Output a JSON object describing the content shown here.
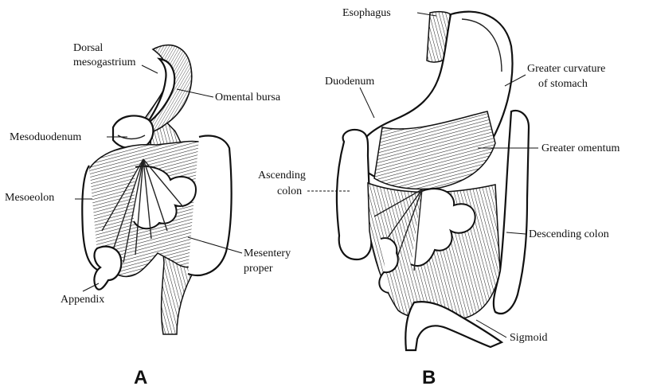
{
  "panel_a": {
    "letter": "A",
    "labels": {
      "dorsal_mesogastrium_1": "Dorsal",
      "dorsal_mesogastrium_2": "mesogastrium",
      "omental_bursa": "Omental bursa",
      "mesoduodenum": "Mesoduodenum",
      "mesocolon": "Mesoeolon",
      "mesentery_proper_1": "Mesentery",
      "mesentery_proper_2": "proper",
      "appendix": "Appendix"
    }
  },
  "panel_b": {
    "letter": "B",
    "labels": {
      "esophagus": "Esophagus",
      "duodenum": "Duodenum",
      "greater_curvature_1": "Greater curvature",
      "greater_curvature_2": "of stomach",
      "greater_omentum": "Greater omentum",
      "ascending_colon_1": "Ascending",
      "ascending_colon_2": "colon",
      "descending_colon": "Descending colon",
      "sigmoid": "Sigmoid"
    }
  }
}
